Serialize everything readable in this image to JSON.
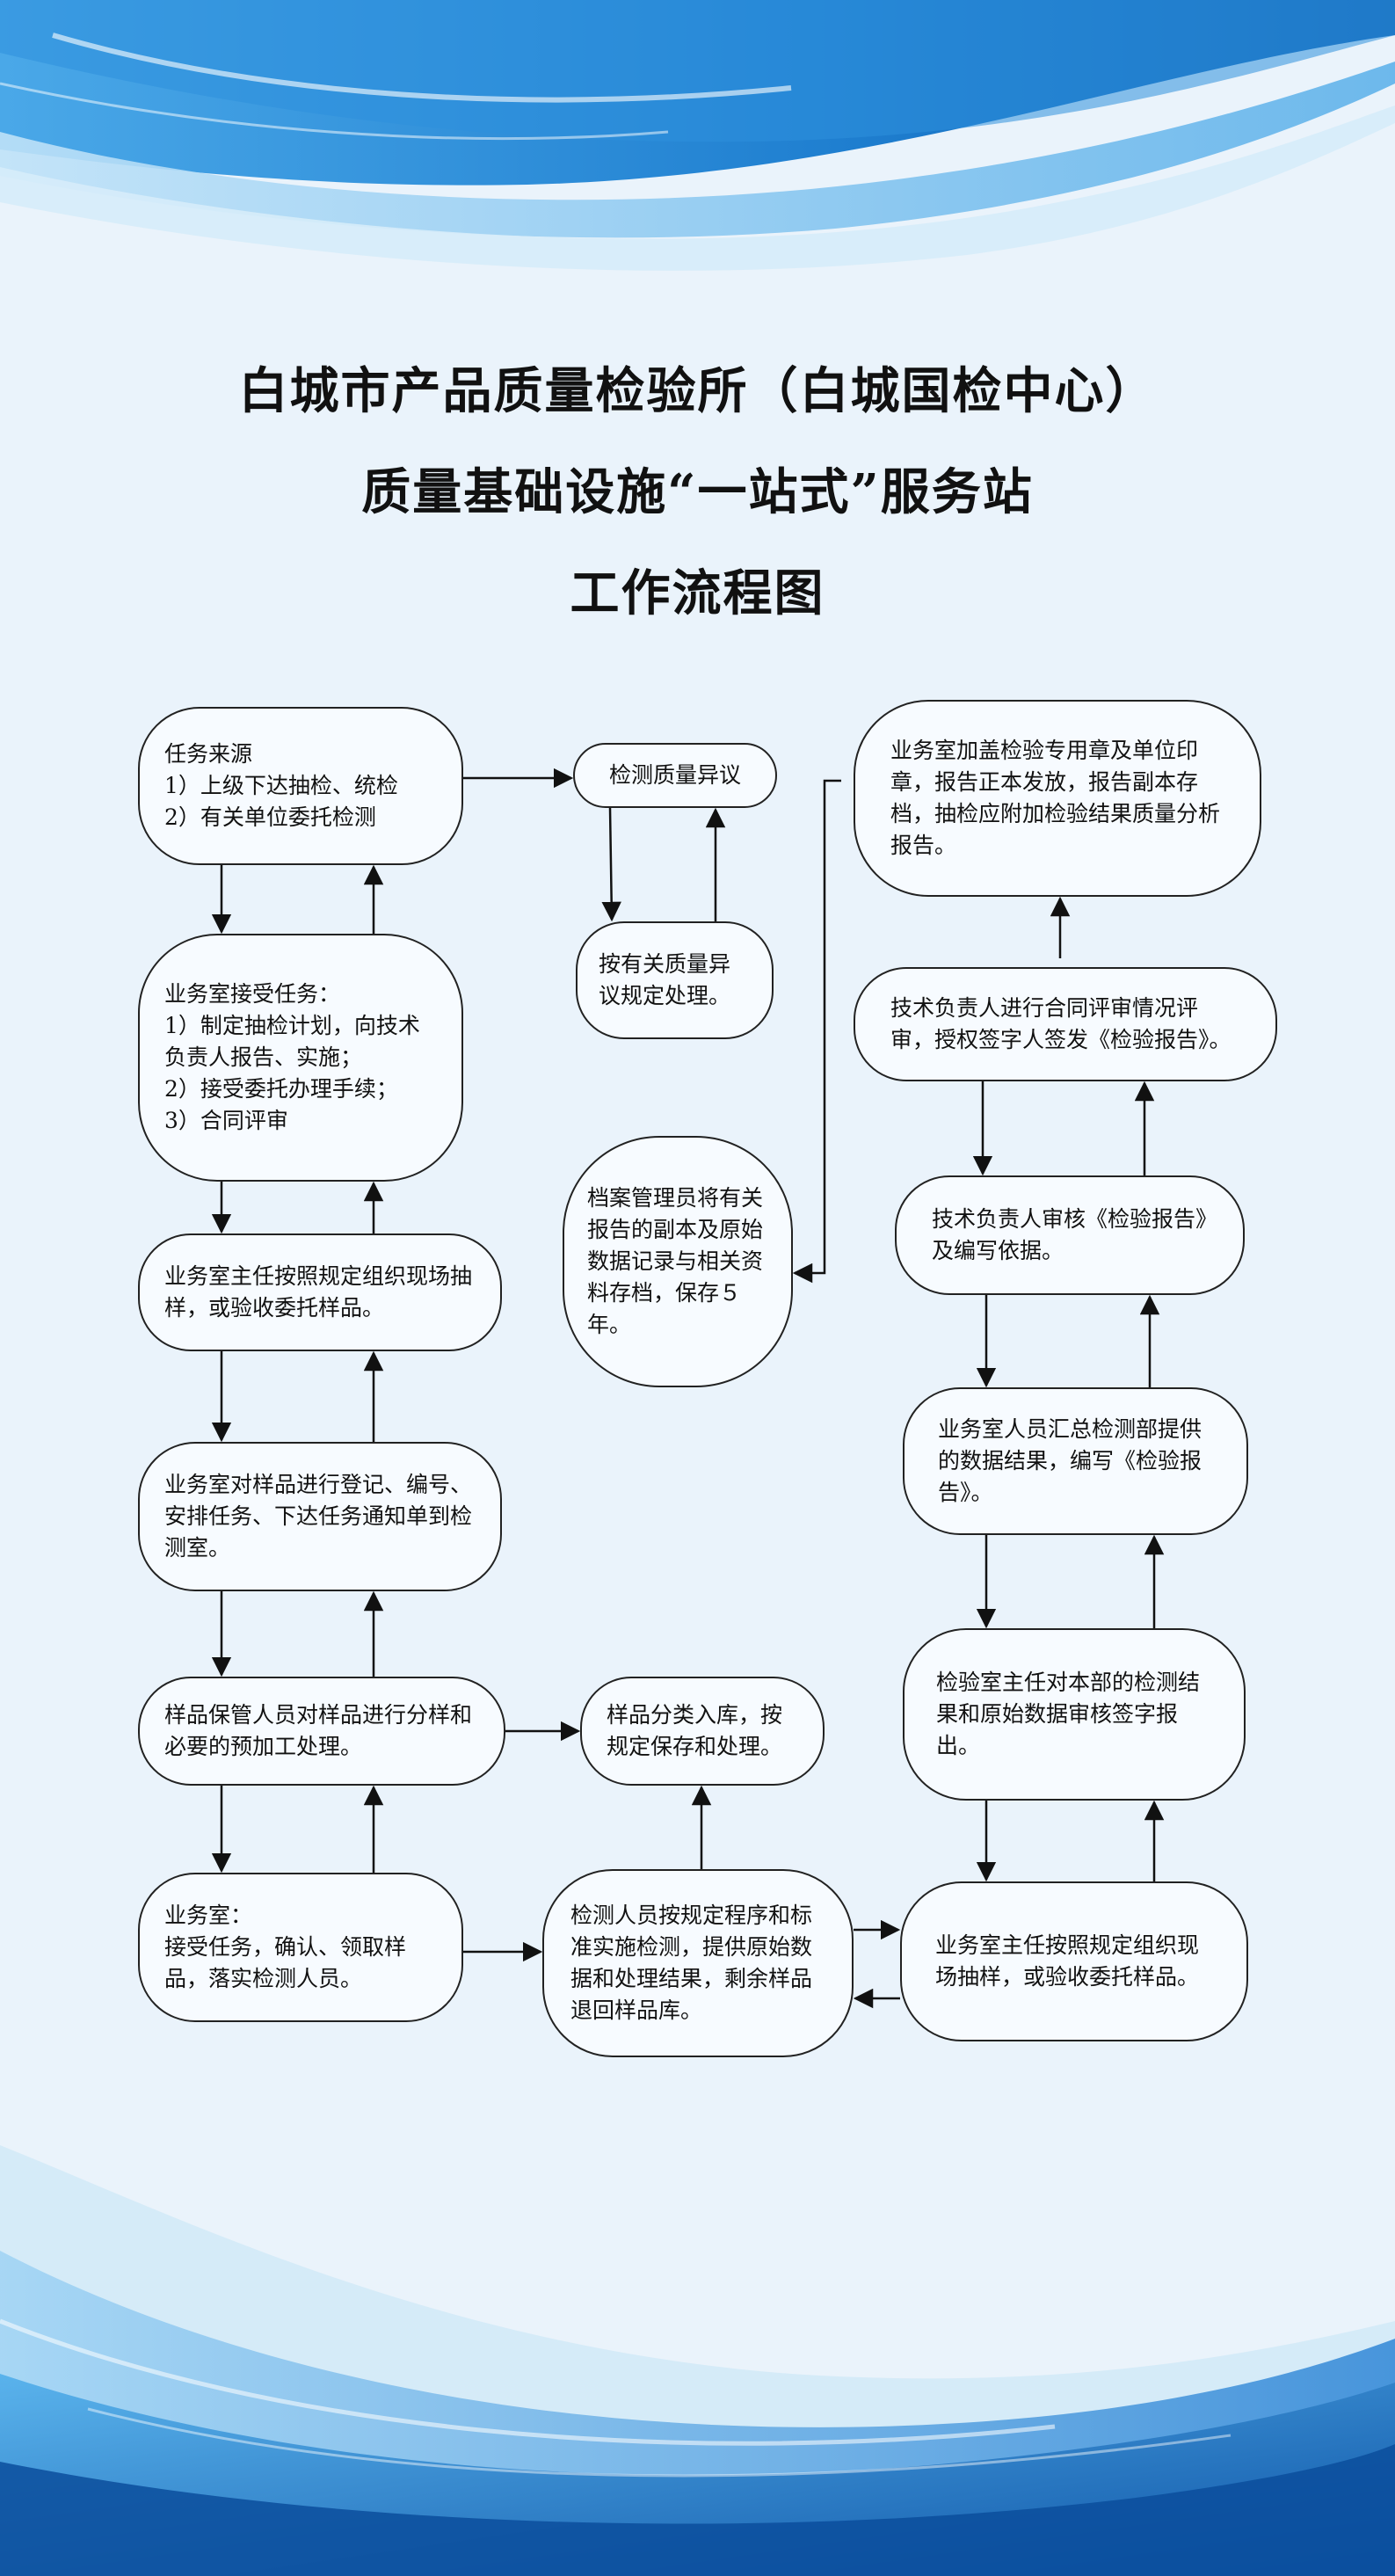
{
  "title": {
    "line1": "白城市产品质量检验所（白城国检中心）",
    "line2": "质量基础设施“一站式”服务站",
    "line3": "工作流程图"
  },
  "nodes": {
    "task_source": "任务来源\n1）上级下达抽检、统检\n2）有关单位委托检测",
    "accept_task": "业务室接受任务：\n1）制定抽检计划，向技术负责人报告、实施；\n2）接受委托办理手续；\n3）合同评审",
    "sampling_left": "业务室主任按照规定组织现场抽样，或验收委托样品。",
    "register": "业务室对样品进行登记、编号、安排任务、下达任务通知单到检测室。",
    "classify": "样品保管人员对样品进行分样和必要的预加工处理。",
    "receive_task": "业务室：\n接受任务，确认、领取样品，落实检测人员。",
    "quality_objection": "检测质量异议",
    "objection_handle": "按有关质量异议规定处理。",
    "archive": "档案管理员将有关报告的副本及原始数据记录与相关资料存档，保存５年。",
    "storage": "样品分类入库，按规定保存和处理。",
    "testing": "检测人员按规定程序和标准实施检测，提供原始数据和处理结果，剩余样品退回样品库。",
    "stamp": "业务室加盖检验专用章及单位印章，报告正本发放，报告副本存档，抽检应附加检验结果质量分析报告。",
    "contract_review": "技术负责人进行合同评审情况评审，授权签字人签发《检验报告》。",
    "tech_review": "技术负责人审核《检验报告》及编写依据。",
    "summary": "业务室人员汇总检测部提供的数据结果，编写《检验报告》。",
    "lab_review": "检验室主任对本部的检测结果和原始数据审核签字报出。",
    "sampling_right": "业务室主任按照规定组织现场抽样，或验收委托样品。"
  },
  "colors": {
    "background": "#eaf3fb",
    "wave_dark": "#1a6fc4",
    "wave_mid": "#3a9be0",
    "wave_light": "#8cc8f0",
    "node_border": "#222222",
    "arrow": "#111111"
  }
}
